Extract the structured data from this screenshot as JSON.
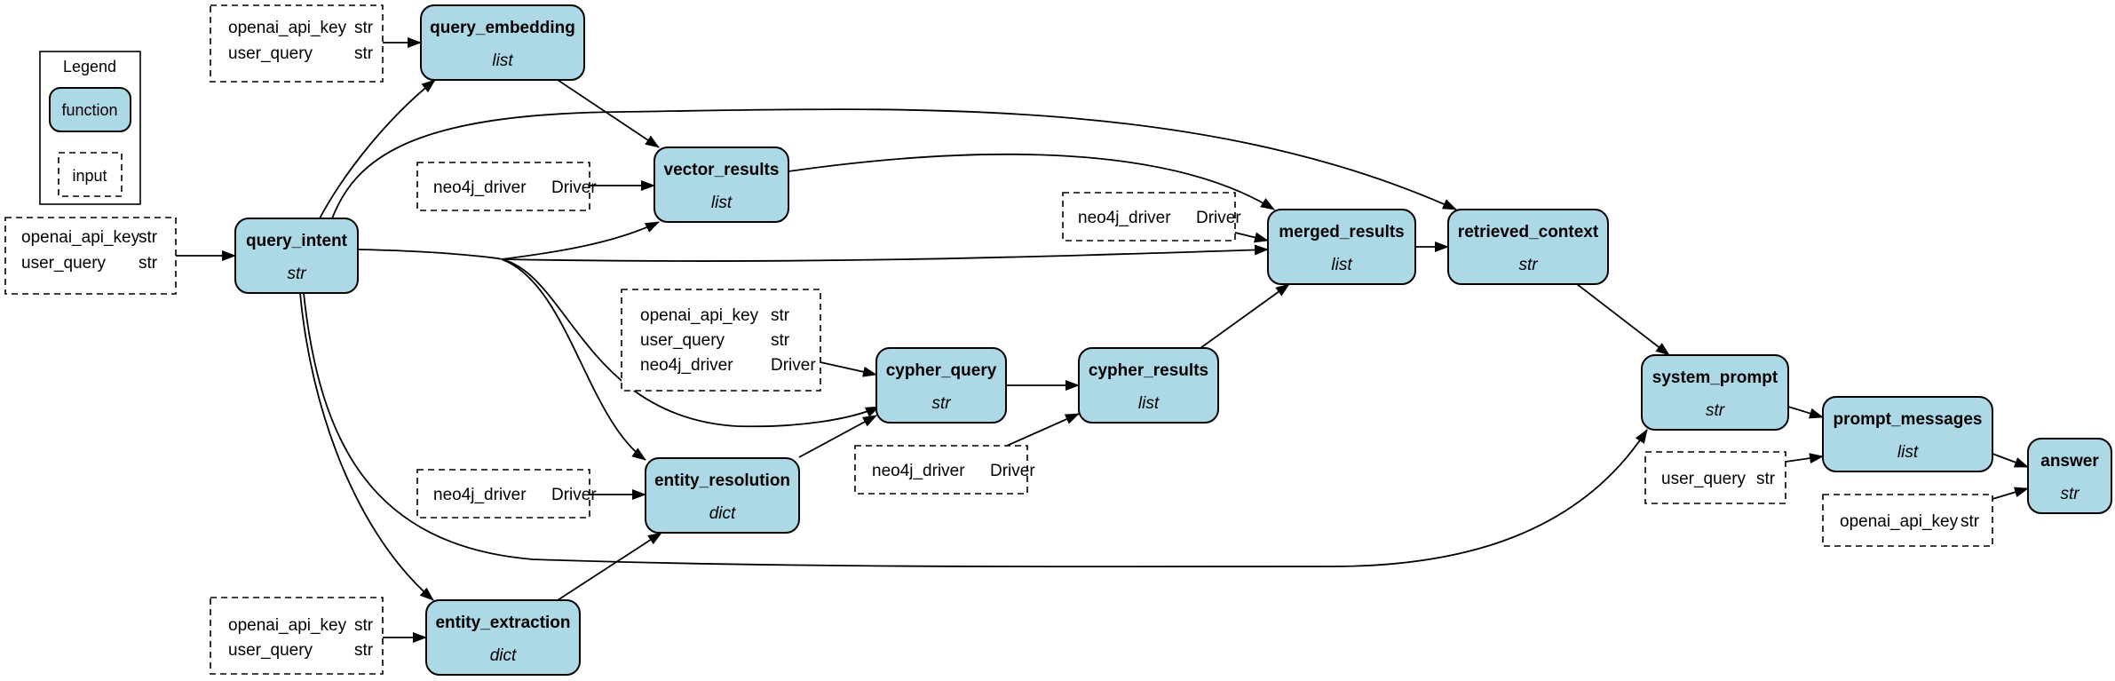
{
  "legend": {
    "title": "Legend",
    "function_label": "function",
    "input_label": "input"
  },
  "functions": [
    {
      "id": "query_embedding",
      "name": "query_embedding",
      "type": "list"
    },
    {
      "id": "query_intent",
      "name": "query_intent",
      "type": "str"
    },
    {
      "id": "vector_results",
      "name": "vector_results",
      "type": "list"
    },
    {
      "id": "merged_results",
      "name": "merged_results",
      "type": "list"
    },
    {
      "id": "retrieved_context",
      "name": "retrieved_context",
      "type": "str"
    },
    {
      "id": "cypher_query",
      "name": "cypher_query",
      "type": "str"
    },
    {
      "id": "cypher_results",
      "name": "cypher_results",
      "type": "list"
    },
    {
      "id": "entity_resolution",
      "name": "entity_resolution",
      "type": "dict"
    },
    {
      "id": "entity_extraction",
      "name": "entity_extraction",
      "type": "dict"
    },
    {
      "id": "system_prompt",
      "name": "system_prompt",
      "type": "str"
    },
    {
      "id": "prompt_messages",
      "name": "prompt_messages",
      "type": "list"
    },
    {
      "id": "answer",
      "name": "answer",
      "type": "str"
    }
  ],
  "inputs": [
    {
      "id": "in_embedding",
      "rows": [
        [
          "openai_api_key",
          "str"
        ],
        [
          "user_query",
          "str"
        ]
      ]
    },
    {
      "id": "in_intent",
      "rows": [
        [
          "openai_api_key",
          "str"
        ],
        [
          "user_query",
          "str"
        ]
      ]
    },
    {
      "id": "in_vector",
      "rows": [
        [
          "neo4j_driver",
          "Driver"
        ]
      ]
    },
    {
      "id": "in_merged",
      "rows": [
        [
          "neo4j_driver",
          "Driver"
        ]
      ]
    },
    {
      "id": "in_cypher",
      "rows": [
        [
          "openai_api_key",
          "str"
        ],
        [
          "user_query",
          "str"
        ],
        [
          "neo4j_driver",
          "Driver"
        ]
      ]
    },
    {
      "id": "in_cyres",
      "rows": [
        [
          "neo4j_driver",
          "Driver"
        ]
      ]
    },
    {
      "id": "in_resolution",
      "rows": [
        [
          "neo4j_driver",
          "Driver"
        ]
      ]
    },
    {
      "id": "in_extraction",
      "rows": [
        [
          "openai_api_key",
          "str"
        ],
        [
          "user_query",
          "str"
        ]
      ]
    },
    {
      "id": "in_prompt",
      "rows": [
        [
          "user_query",
          "str"
        ]
      ]
    },
    {
      "id": "in_answer",
      "rows": [
        [
          "openai_api_key",
          "str"
        ]
      ]
    }
  ],
  "edges": [
    [
      "in_embedding",
      "query_embedding"
    ],
    [
      "in_intent",
      "query_intent"
    ],
    [
      "in_vector",
      "vector_results"
    ],
    [
      "in_merged",
      "merged_results"
    ],
    [
      "in_cypher",
      "cypher_query"
    ],
    [
      "in_cyres",
      "cypher_results"
    ],
    [
      "in_resolution",
      "entity_resolution"
    ],
    [
      "in_extraction",
      "entity_extraction"
    ],
    [
      "in_prompt",
      "prompt_messages"
    ],
    [
      "in_answer",
      "answer"
    ],
    [
      "query_intent",
      "query_embedding"
    ],
    [
      "query_intent",
      "retrieved_context"
    ],
    [
      "query_intent",
      "vector_results"
    ],
    [
      "query_intent",
      "merged_results"
    ],
    [
      "query_intent",
      "cypher_query"
    ],
    [
      "query_intent",
      "entity_resolution"
    ],
    [
      "query_intent",
      "entity_extraction"
    ],
    [
      "query_intent",
      "system_prompt"
    ],
    [
      "query_embedding",
      "vector_results"
    ],
    [
      "vector_results",
      "merged_results"
    ],
    [
      "cypher_query",
      "cypher_results"
    ],
    [
      "cypher_results",
      "merged_results"
    ],
    [
      "entity_resolution",
      "cypher_query"
    ],
    [
      "entity_extraction",
      "entity_resolution"
    ],
    [
      "merged_results",
      "retrieved_context"
    ],
    [
      "retrieved_context",
      "system_prompt"
    ],
    [
      "system_prompt",
      "prompt_messages"
    ],
    [
      "prompt_messages",
      "answer"
    ]
  ]
}
